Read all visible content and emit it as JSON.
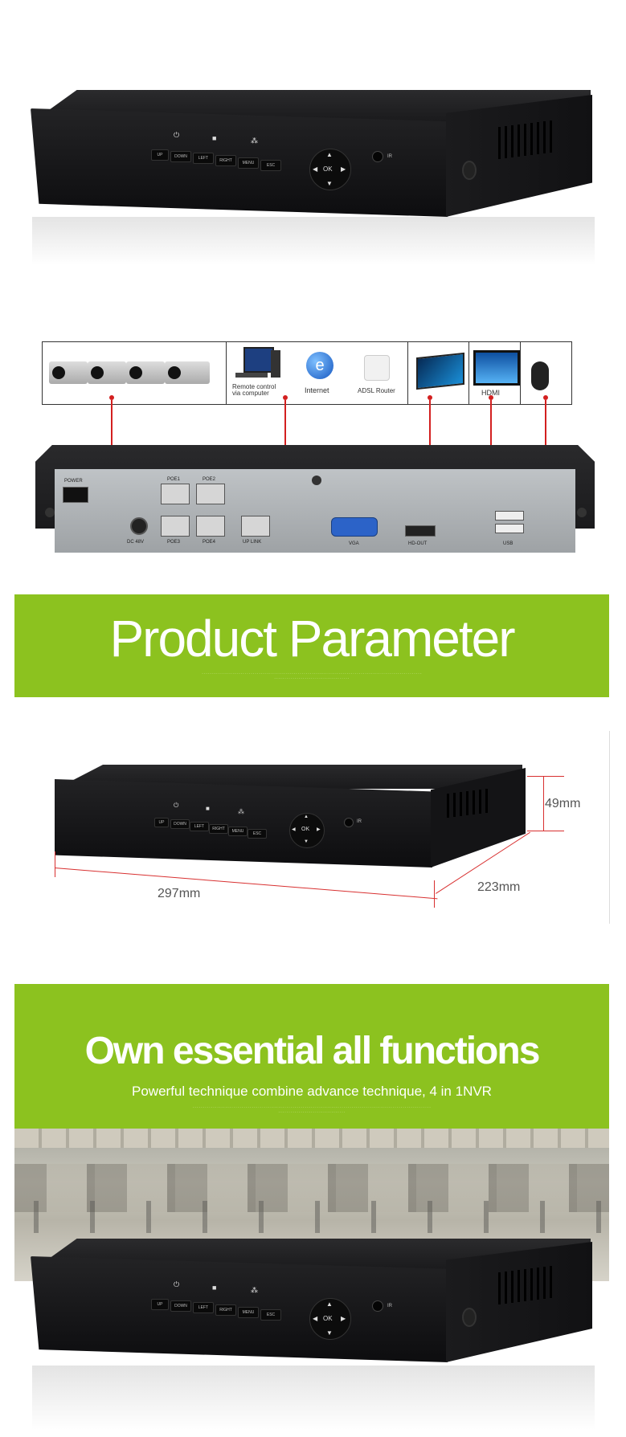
{
  "device_panel": {
    "led_labels": [
      "UP",
      "DOWN",
      "LEFT",
      "RIGHT",
      "MENU",
      "ESC"
    ],
    "ok_label": "OK",
    "ir_label": "IR"
  },
  "connection_diagram": {
    "remote_control_line1": "Remote control",
    "remote_control_line2": "via computer",
    "internet_label": "Internet",
    "router_label": "ADSL Router",
    "hdmi_label": "HDMI",
    "rear_labels": {
      "power": "POWER",
      "dc": "DC 48V",
      "poe1": "POE1",
      "poe2": "POE2",
      "poe3": "POE3",
      "poe4": "POE4",
      "uplink": "UP LINK",
      "vga": "VGA",
      "hdout": "HD-OUT",
      "usb": "USB"
    }
  },
  "parameter_banner": {
    "title": "Product Parameter"
  },
  "dimensions": {
    "height": "49mm",
    "width": "297mm",
    "depth": "223mm"
  },
  "functions_banner": {
    "title": "Own essential all functions",
    "subtitle": "Powerful technique combine advance technique, 4 in 1NVR"
  },
  "colors": {
    "banner_green": "#8cc21f",
    "device_black": "#161618",
    "line_red": "#d32020"
  }
}
